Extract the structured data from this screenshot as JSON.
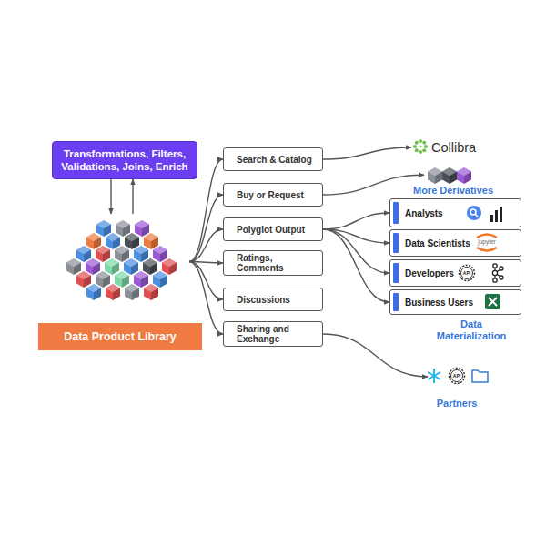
{
  "diagram": {
    "nodes": [
      {
        "text": [
          "Transformations, Filters, Validations, Joins, Enrich"
        ]
      },
      {
        "text": [
          "Data Product Library"
        ]
      },
      {
        "text": [
          "Search & Catalog"
        ]
      },
      {
        "text": [
          "Buy or Request"
        ]
      },
      {
        "text": [
          "Polyglot Output"
        ]
      },
      {
        "text": [
          "Ratings, Comments"
        ]
      },
      {
        "text": [
          "Discussions"
        ]
      },
      {
        "text": [
          "Sharing and Exchange"
        ]
      },
      {
        "text": [
          "Collibra"
        ]
      },
      {
        "text": [
          "More Derivatives"
        ]
      },
      {
        "text": [
          "Analysts"
        ]
      },
      {
        "text": [
          "Data Scientists"
        ]
      },
      {
        "text": [
          "Developers"
        ]
      },
      {
        "text": [
          "Business Users"
        ]
      },
      {
        "text": [
          "Partners"
        ]
      }
    ],
    "edges": [
      {
        "from": 0,
        "to": 1,
        "arrow": "to"
      },
      {
        "from": 1,
        "to": 0,
        "arrow": "to"
      },
      {
        "from": 1,
        "to": 2,
        "arrow": "to"
      },
      {
        "from": 1,
        "to": 3,
        "arrow": "to"
      },
      {
        "from": 1,
        "to": 4,
        "arrow": "to"
      },
      {
        "from": 1,
        "to": 5,
        "arrow": "to"
      },
      {
        "from": 1,
        "to": 6,
        "arrow": "to"
      },
      {
        "from": 1,
        "to": 7,
        "arrow": "to"
      },
      {
        "from": 2,
        "to": 8,
        "arrow": "to"
      },
      {
        "from": 3,
        "to": 9,
        "arrow": "to"
      },
      {
        "from": 4,
        "to": 10,
        "arrow": "to"
      },
      {
        "from": 4,
        "to": 11,
        "arrow": "to"
      },
      {
        "from": 4,
        "to": 12,
        "arrow": "to"
      },
      {
        "from": 4,
        "to": 13,
        "arrow": "to"
      },
      {
        "from": 7,
        "to": 14,
        "arrow": "to"
      }
    ],
    "labels": [
      "Data Materialization",
      "jupyter",
      "API",
      "API"
    ]
  }
}
